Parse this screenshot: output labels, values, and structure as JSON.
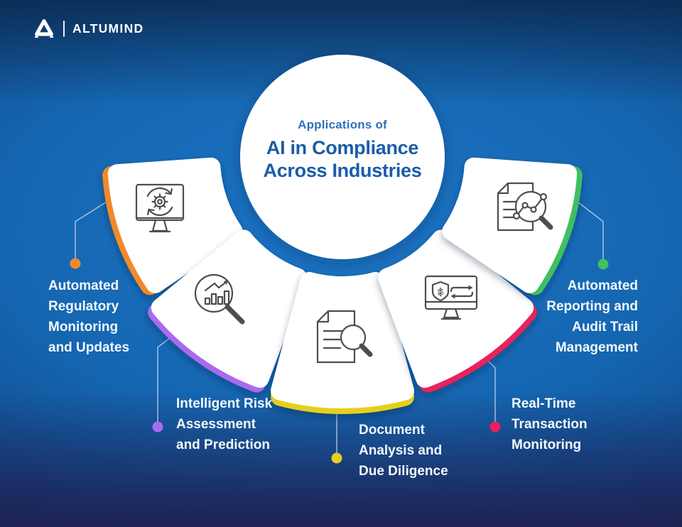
{
  "brand": {
    "name": "ALTUMIND"
  },
  "center": {
    "eyebrow": "Applications of",
    "title_lines": [
      "AI in Compliance",
      "Across Industries"
    ]
  },
  "colors": {
    "brand_title_blue": "#1A5CA9",
    "eyebrow_blue": "#2F72BA",
    "label_text": "#F4F8FC",
    "connector": "#CBD9EC",
    "icon_stroke": "#4D4D52",
    "background_top": "#0D2B52",
    "background_center": "#1B74C4",
    "background_bottom": "#1F1E4D"
  },
  "items": [
    {
      "label_lines": [
        "Automated",
        "Regulatory",
        "Monitoring",
        "and Updates"
      ],
      "accent": "#F08A2C",
      "icon": "monitor-gear-sync-icon"
    },
    {
      "label_lines": [
        "Intelligent Risk",
        "Assessment",
        "and Prediction"
      ],
      "accent": "#A96BF0",
      "icon": "chart-magnifier-icon"
    },
    {
      "label_lines": [
        "Document",
        "Analysis and",
        "Due Diligence"
      ],
      "accent": "#E6CF1C",
      "icon": "document-magnifier-icon",
      "dollar_glyph": ""
    },
    {
      "label_lines": [
        "Real-Time",
        "Transaction",
        "Monitoring"
      ],
      "accent": "#EA215C",
      "icon": "secure-transaction-monitor-icon",
      "dollar_glyph": "$"
    },
    {
      "label_lines": [
        "Automated",
        "Reporting and",
        "Audit Trail",
        "Management"
      ],
      "accent": "#41BF62",
      "icon": "report-network-magnifier-icon"
    }
  ]
}
